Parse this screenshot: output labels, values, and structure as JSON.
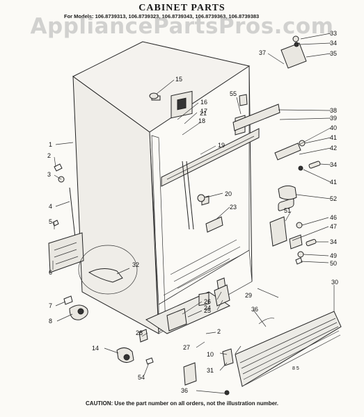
{
  "header": {
    "title": "CABINET PARTS",
    "models": "For Models: 106.8739313, 106.8739323, 106.8739343, 106.8739363, 106.8739383"
  },
  "watermark": "AppliancePartsPros.com",
  "footer": {
    "caution": "CAUTION: Use the part number on all orders, not the illustration number."
  },
  "corner_mark": "8 5",
  "callouts": [
    "1",
    "2",
    "3",
    "4",
    "5",
    "6",
    "7",
    "8",
    "14",
    "15",
    "16",
    "17",
    "18",
    "19",
    "20",
    "21",
    "23",
    "24",
    "25",
    "26",
    "27",
    "28",
    "29",
    "30",
    "31",
    "32",
    "33",
    "34",
    "35",
    "36",
    "37",
    "38",
    "39",
    "40",
    "41",
    "42",
    "46",
    "47",
    "49",
    "50",
    "51",
    "52",
    "54",
    "55",
    "2",
    "10",
    "34",
    "34",
    "41",
    "36"
  ]
}
